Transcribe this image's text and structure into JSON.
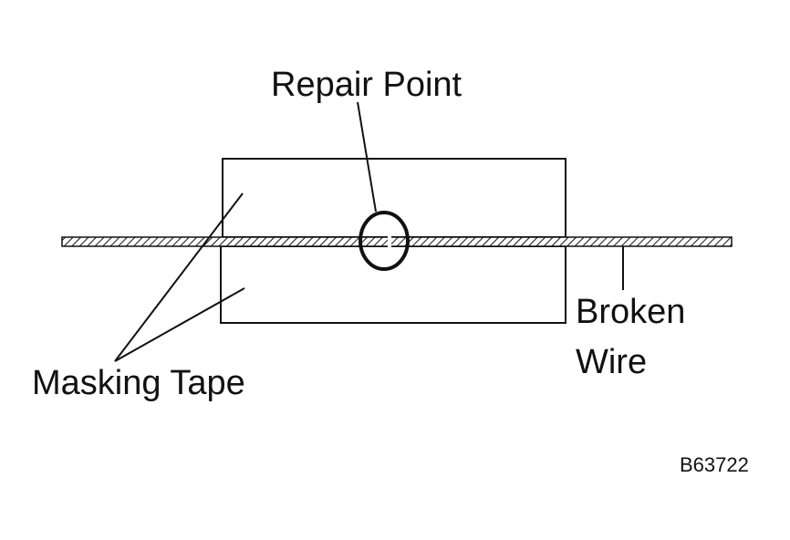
{
  "labels": {
    "repair_point": "Repair Point",
    "broken_wire_line1": "Broken",
    "broken_wire_line2": "Wire",
    "masking_tape": "Masking Tape",
    "figure_code": "B63722"
  },
  "colors": {
    "line": "#111111",
    "background": "#ffffff"
  }
}
